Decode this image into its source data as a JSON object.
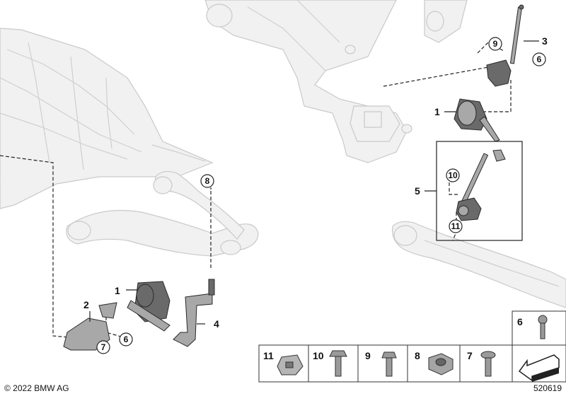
{
  "callouts": {
    "c1_top": "1",
    "c1_bottom": "1",
    "c2": "2",
    "c3": "3",
    "c4": "4",
    "c5": "5",
    "c6_top": "6",
    "c6_bottom": "6",
    "c7": "7",
    "c8": "8",
    "c9": "9",
    "c10": "10",
    "c11": "11"
  },
  "parts_table": {
    "top_cell": "6",
    "cells": [
      "11",
      "10",
      "9",
      "8",
      "7"
    ]
  },
  "footer": {
    "copyright": "© 2022 BMW AG",
    "drawing_number": "520619"
  }
}
